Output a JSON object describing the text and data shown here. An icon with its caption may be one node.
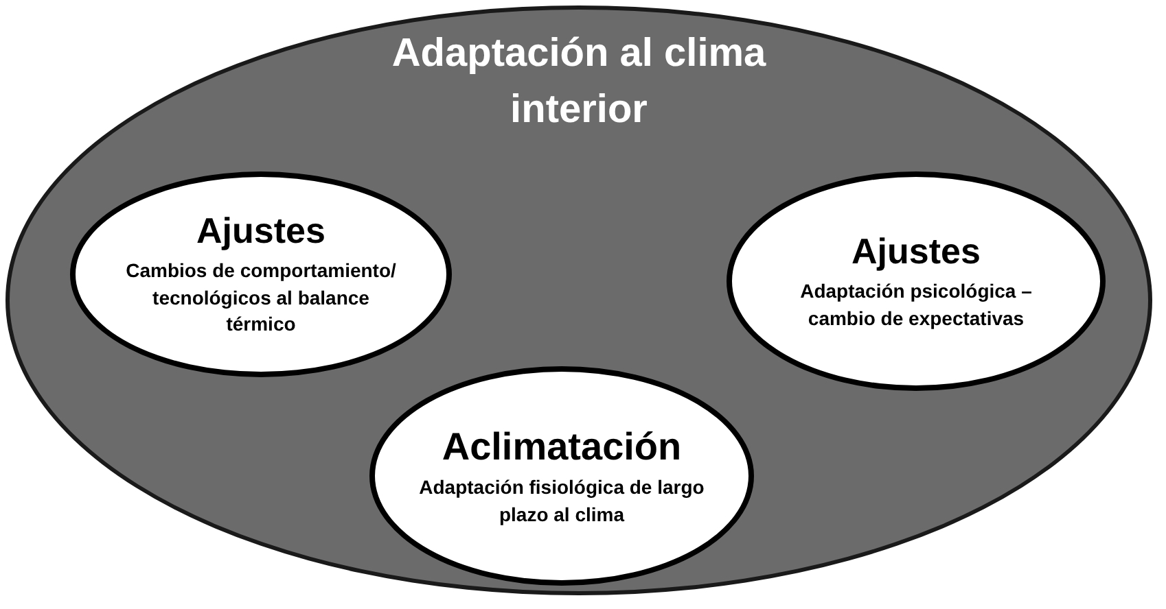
{
  "diagram": {
    "nodes": [
      {
        "text": [
          "Adaptación al clima interior"
        ]
      },
      {
        "text": [
          "Ajustes",
          "Cambios de comportamiento/ tecnológicos al balance térmico"
        ],
        "in": 0
      },
      {
        "text": [
          "Ajustes",
          "Adaptación psicológica – cambio de expectativas"
        ],
        "in": 0
      },
      {
        "text": [
          "Aclimatación",
          "Adaptación fisiológica de largo plazo al clima"
        ],
        "in": 0
      }
    ]
  }
}
